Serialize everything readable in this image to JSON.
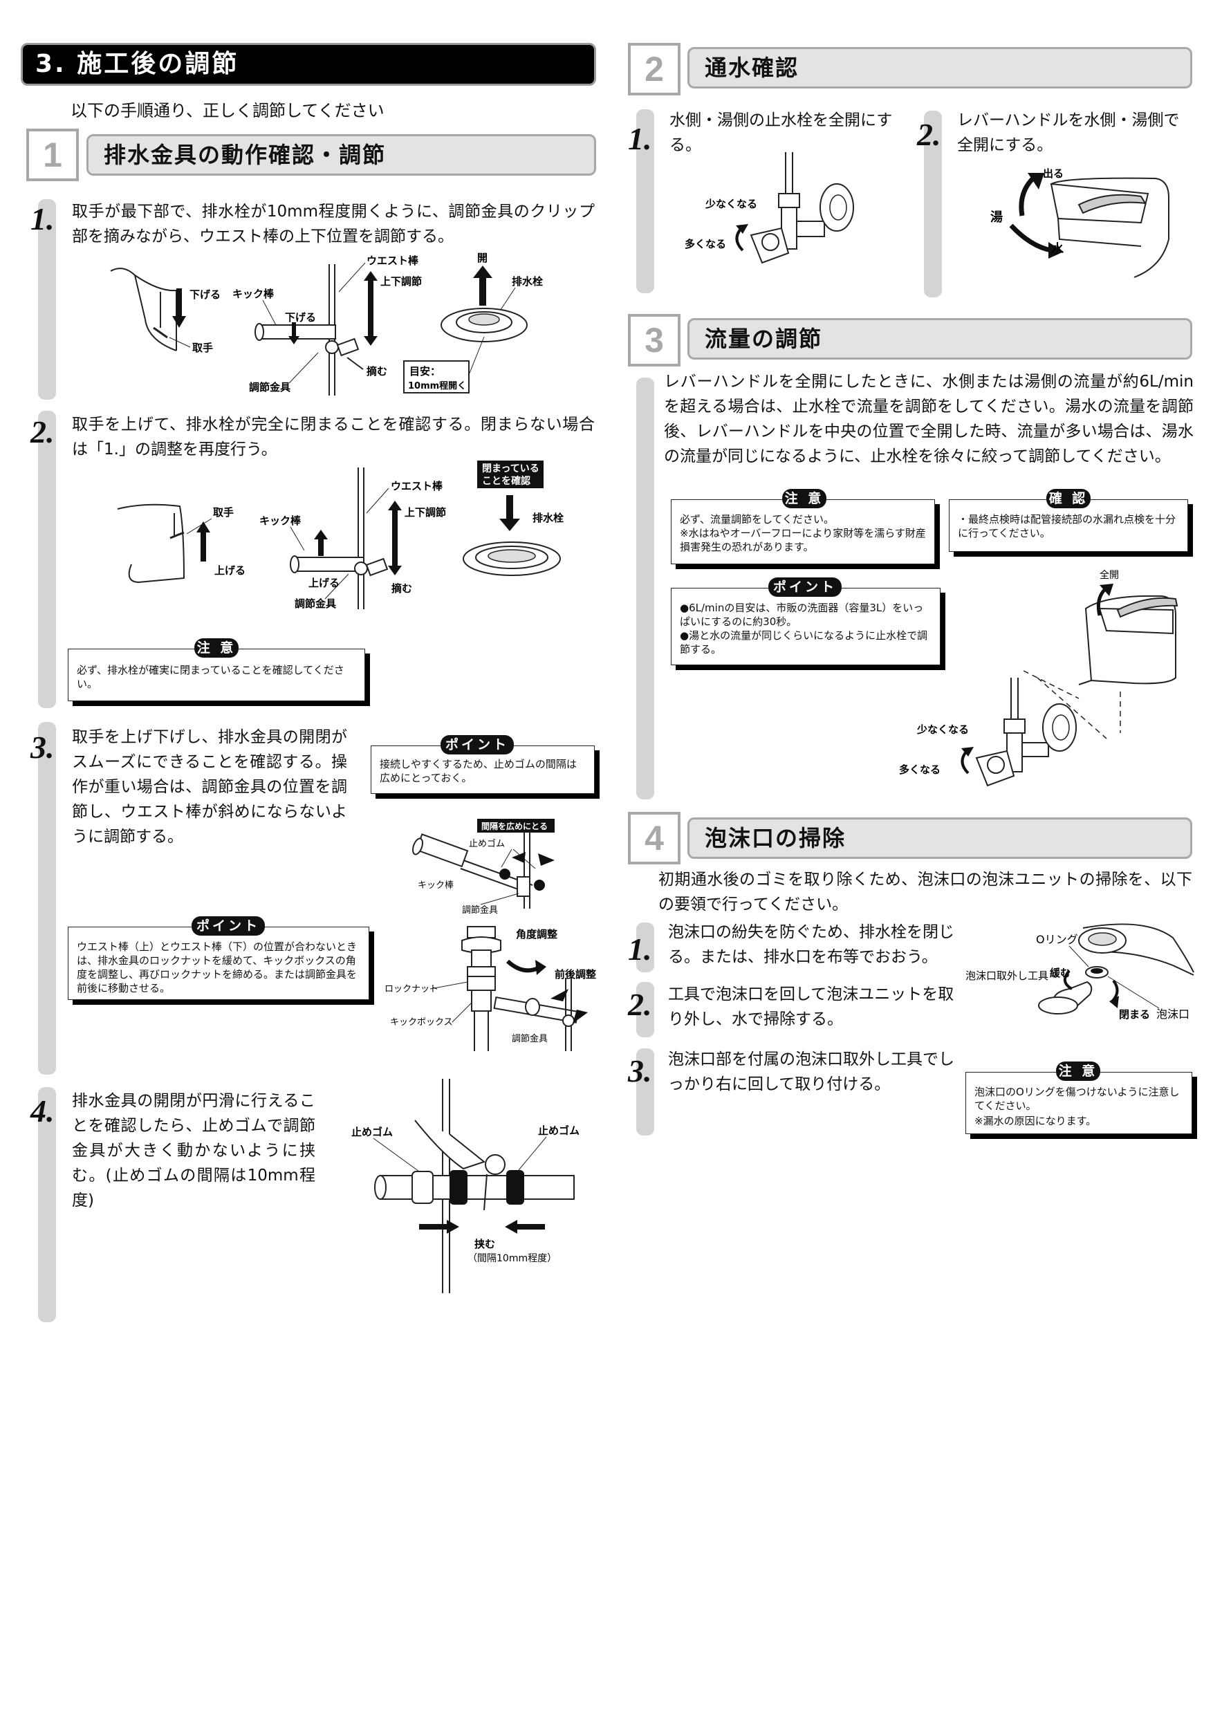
{
  "page_title": "3. 施工後の調節",
  "intro": "以下の手順通り、正しく調節してください",
  "sections": [
    {
      "number": "1",
      "title": "排水金具の動作確認・調節",
      "steps": [
        {
          "num": "1.",
          "text": "取手が最下部で、排水栓が10mm程度開くように、調節金具のクリップ部を摘みながら、ウエスト棒の上下位置を調節する。",
          "labels": {
            "waist": "ウエスト棒",
            "open": "開",
            "updown": "上下調節",
            "drain_plug": "排水栓",
            "lower1": "下げる",
            "kick": "キック棒",
            "lower2": "下げる",
            "handle": "取手",
            "pinch": "摘む",
            "adjuster": "調節金具",
            "guide": "目安：",
            "guide2": "10mm程開く"
          }
        },
        {
          "num": "2.",
          "text": "取手を上げて、排水栓が完全に閉まることを確認する。閉まらない場合は「1.」の調整を再度行う。",
          "labels": {
            "closed1": "閉まっている",
            "closed2": "ことを確認",
            "waist": "ウエスト棒",
            "handle": "取手",
            "updown": "上下調節",
            "drain_plug": "排水栓",
            "kick": "キック棒",
            "raise1": "上げる",
            "raise2": "上げる",
            "pinch": "摘む",
            "adjuster": "調節金具"
          }
        },
        {
          "num": "3.",
          "text": "取手を上げ下げし、排水金具の開閉がスムーズにできることを確認する。操作が重い場合は、調節金具の位置を調節し、ウエスト棒が斜めにならないように調節する。",
          "labels": {
            "wide": "間隔を広めにとる",
            "stopper": "止めゴム",
            "kick": "キック棒",
            "adjuster": "調節金具",
            "angle": "角度調整",
            "frontback": "前後調整",
            "locknut": "ロックナット",
            "kickbox": "キックボックス",
            "adjuster2": "調節金具"
          }
        },
        {
          "num": "4.",
          "text": "排水金具の開閉が円滑に行えることを確認したら、止めゴムで調節金具が大きく動かないように挟む。(止めゴムの間隔は10mm程度)",
          "labels": {
            "stopper_l": "止めゴム",
            "stopper_r": "止めゴム",
            "clamp": "挟む",
            "gap": "（間隔10mm程度）"
          }
        }
      ],
      "caution1": {
        "label": "注 意",
        "text": "必ず、排水栓が確実に閉まっていることを確認してください。"
      },
      "point1": {
        "label": "ポイント",
        "text": "接続しやすくするため、止めゴムの間隔は広めにとっておく。"
      },
      "point2": {
        "label": "ポイント",
        "text": "ウエスト棒（上）とウエスト棒（下）の位置が合わないときは、排水金具のロックナットを緩めて、キックボックスの角度を調整し、再びロックナットを締める。または調節金具を前後に移動させる。"
      }
    },
    {
      "number": "2",
      "title": "通水確認",
      "steps": [
        {
          "num": "1.",
          "text": "水側・湯側の止水栓を全開にする。",
          "labels": {
            "less": "少なくなる",
            "more": "多くなる"
          }
        },
        {
          "num": "2.",
          "text": "レバーハンドルを水側・湯側で全開にする。",
          "labels": {
            "out": "出る",
            "hot": "湯",
            "cold": "水"
          }
        }
      ]
    },
    {
      "number": "3",
      "title": "流量の調節",
      "text": "レバーハンドルを全開にしたときに、水側または湯側の流量が約6L/minを超える場合は、止水栓で流量を調節をしてください。湯水の流量を調節後、レバーハンドルを中央の位置で全開した時、流量が多い場合は、湯水の流量が同じになるように、止水栓を徐々に絞って調節してください。",
      "caution": {
        "label": "注 意",
        "line1": "必ず、流量調節をしてください。",
        "line2": "※水はねやオーバーフローにより家財等を濡らす財産損害発生の恐れがあります。"
      },
      "confirm": {
        "label": "確 認",
        "text": "・最終点検時は配管接続部の水漏れ点検を十分に行ってください。"
      },
      "point": {
        "label": "ポイント",
        "item1": "●6L/minの目安は、市販の洗面器（容量3L）をいっぱいにするのに約30秒。",
        "item2": "●湯と水の流量が同じくらいになるように止水栓で調節する。"
      },
      "labels": {
        "full": "全開",
        "less": "少なくなる",
        "more": "多くなる"
      }
    },
    {
      "number": "4",
      "title": "泡沫口の掃除",
      "intro": "初期通水後のゴミを取り除くため、泡沫口の泡沫ユニットの掃除を、以下の要領で行ってください。",
      "steps": [
        {
          "num": "1.",
          "text": "泡沫口の紛失を防ぐため、排水栓を閉じる。または、排水口を布等でおおう。"
        },
        {
          "num": "2.",
          "text": "工具で泡沫口を回して泡沫ユニットを取り外し、水で掃除する。"
        },
        {
          "num": "3.",
          "text": "泡沫口部を付属の泡沫口取外し工具でしっかり右に回して取り付ける。"
        }
      ],
      "labels": {
        "oring": "Oリング",
        "tool": "泡沫口取外し工具",
        "loosen": "緩む",
        "tighten": "閉まる",
        "aerator": "泡沫口"
      },
      "caution": {
        "label": "注 意",
        "text": "泡沫口のOリングを傷つけないように注意してください。",
        "note": "※漏水の原因になります。"
      }
    }
  ]
}
